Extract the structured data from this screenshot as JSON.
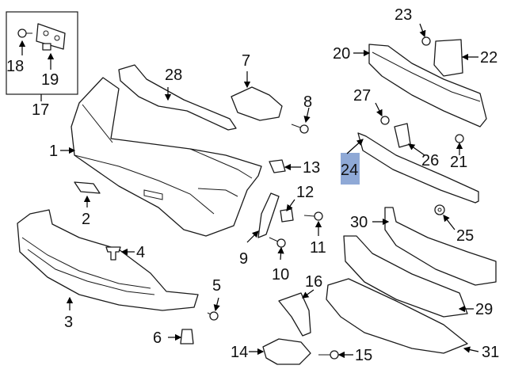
{
  "diagram": {
    "highlight_color": "#8fa9d6",
    "highlighted_callout": "24",
    "callouts": {
      "c1": "1",
      "c2": "2",
      "c3": "3",
      "c4": "4",
      "c5": "5",
      "c6": "6",
      "c7": "7",
      "c8": "8",
      "c9": "9",
      "c10": "10",
      "c11": "11",
      "c12": "12",
      "c13": "13",
      "c14": "14",
      "c15": "15",
      "c16": "16",
      "c17": "17",
      "c18": "18",
      "c19": "19",
      "c20": "20",
      "c21": "21",
      "c22": "22",
      "c23": "23",
      "c24": "24",
      "c25": "25",
      "c26": "26",
      "c27": "27",
      "c28": "28",
      "c29": "29",
      "c30": "30",
      "c31": "31"
    }
  }
}
